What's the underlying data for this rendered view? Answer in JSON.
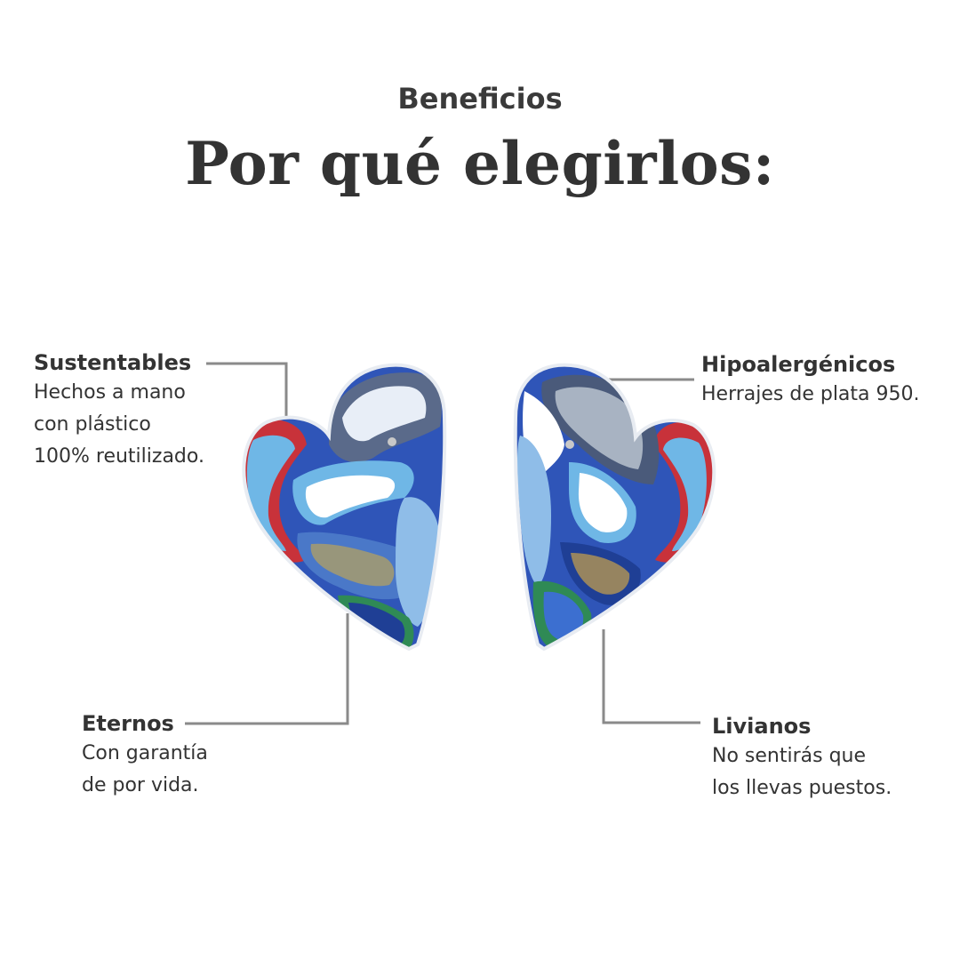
{
  "header": {
    "eyebrow": "Beneficios",
    "title": "Por qué elegirlos:"
  },
  "features": [
    {
      "title": "Sustentables",
      "lines": [
        "Hechos a mano",
        "con plástico",
        "100% reutilizado."
      ]
    },
    {
      "title": "Hipoalergénicos",
      "lines": [
        "Herrajes de plata 950."
      ]
    },
    {
      "title": "Eternos",
      "lines": [
        "Con garantía",
        "de por vida."
      ]
    },
    {
      "title": "Livianos",
      "lines": [
        "No sentirás que",
        "los llevas puestos."
      ]
    }
  ],
  "colors": {
    "text": "#333333",
    "connector": "#8a8a8a",
    "earring_blue": "#2f55b8",
    "earring_light": "#6fb7e6",
    "earring_red": "#c8323a",
    "earring_green": "#2f8a55"
  }
}
